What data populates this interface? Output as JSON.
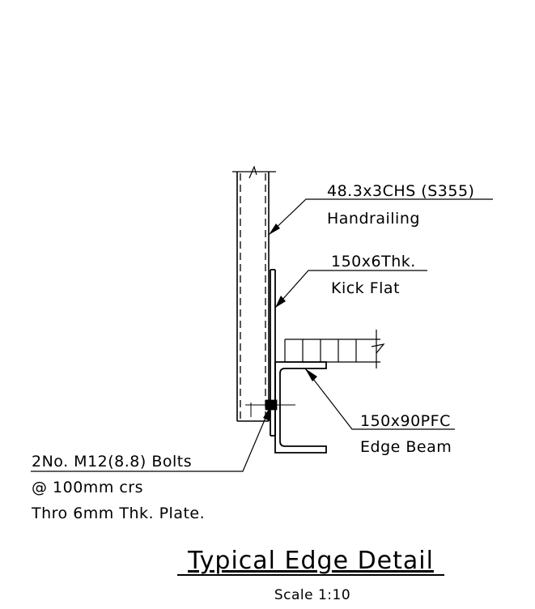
{
  "labels": {
    "handrail_spec": "48.3x3CHS (S355)",
    "handrail_name": "Handrailing",
    "kick_spec": "150x6Thk.",
    "kick_name": "Kick Flat",
    "beam_spec": "150x90PFC",
    "beam_name": "Edge Beam",
    "bolts_line1": "2No. M12(8.8) Bolts",
    "bolts_line2": "@ 100mm crs",
    "bolts_line3": "Thro 6mm Thk. Plate."
  },
  "title": {
    "main": "Typical Edge Detail",
    "scale": "Scale 1:10"
  }
}
